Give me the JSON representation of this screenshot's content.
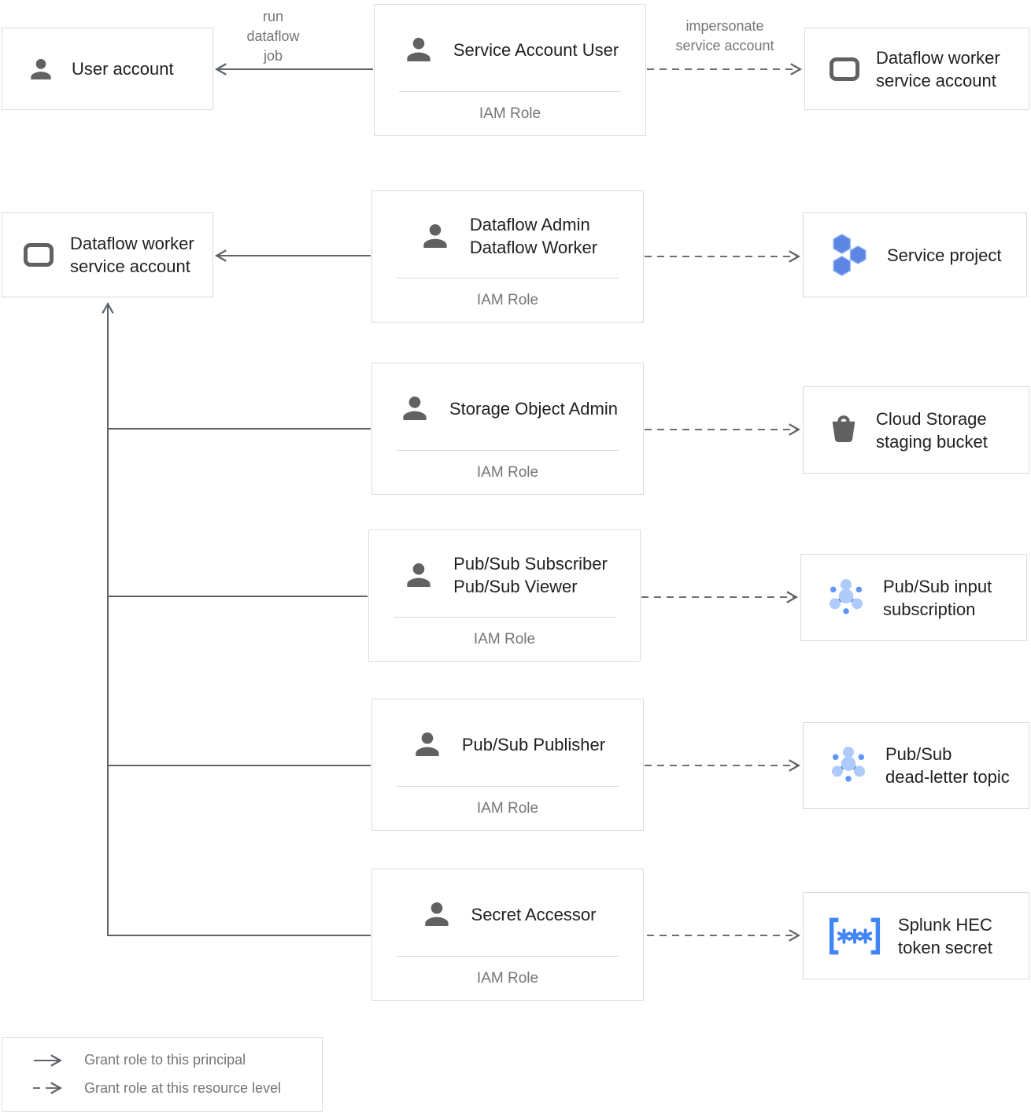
{
  "palette": {
    "box_border": "#d9dadb",
    "title_text": "#212121",
    "muted_text": "#757575",
    "connector_gray": "#5f6368",
    "icon_gray": "#616161",
    "secret_blue": "#4285f4",
    "project_blue": "#5c85e4",
    "pubsub_light_blue": "#aecbfa",
    "pubsub_mid_blue": "#5e97f6",
    "pubsub_spoke_blue": "#3d74e0"
  },
  "edges": {
    "run_dataflow_job": {
      "lines": [
        "run",
        "dataflow",
        "job"
      ]
    },
    "impersonate": {
      "lines": [
        "impersonate",
        "service account"
      ]
    }
  },
  "nodes": {
    "user_account": {
      "lines": [
        "User account"
      ]
    },
    "service_account_user": {
      "titles": [
        "Service Account User"
      ],
      "footer": "IAM Role"
    },
    "dataflow_worker_sa_top": {
      "lines": [
        "Dataflow worker",
        "service account"
      ]
    },
    "dataflow_worker_sa_left": {
      "lines": [
        "Dataflow worker",
        "service account"
      ]
    },
    "dataflow_admin_worker": {
      "titles": [
        "Dataflow Admin",
        "Dataflow Worker"
      ],
      "footer": "IAM Role"
    },
    "service_project": {
      "lines": [
        "Service project"
      ]
    },
    "storage_object_admin": {
      "titles": [
        "Storage Object Admin"
      ],
      "footer": "IAM Role"
    },
    "cloud_storage_staging_bucket": {
      "lines": [
        "Cloud Storage",
        "staging bucket"
      ]
    },
    "pubsub_subscriber_viewer": {
      "titles": [
        "Pub/Sub Subscriber",
        "Pub/Sub Viewer"
      ],
      "footer": "IAM Role"
    },
    "pubsub_input_subscription": {
      "lines": [
        "Pub/Sub input",
        "subscription"
      ]
    },
    "pubsub_publisher": {
      "titles": [
        "Pub/Sub Publisher"
      ],
      "footer": "IAM Role"
    },
    "pubsub_dead_letter_topic": {
      "lines": [
        "Pub/Sub",
        "dead-letter topic"
      ]
    },
    "secret_accessor": {
      "titles": [
        "Secret Accessor"
      ],
      "footer": "IAM Role"
    },
    "splunk_hec_token_secret": {
      "lines": [
        "Splunk HEC",
        "token secret"
      ]
    }
  },
  "legend": {
    "solid": "Grant role to this principal",
    "dashed": "Grant role at this resource level"
  }
}
